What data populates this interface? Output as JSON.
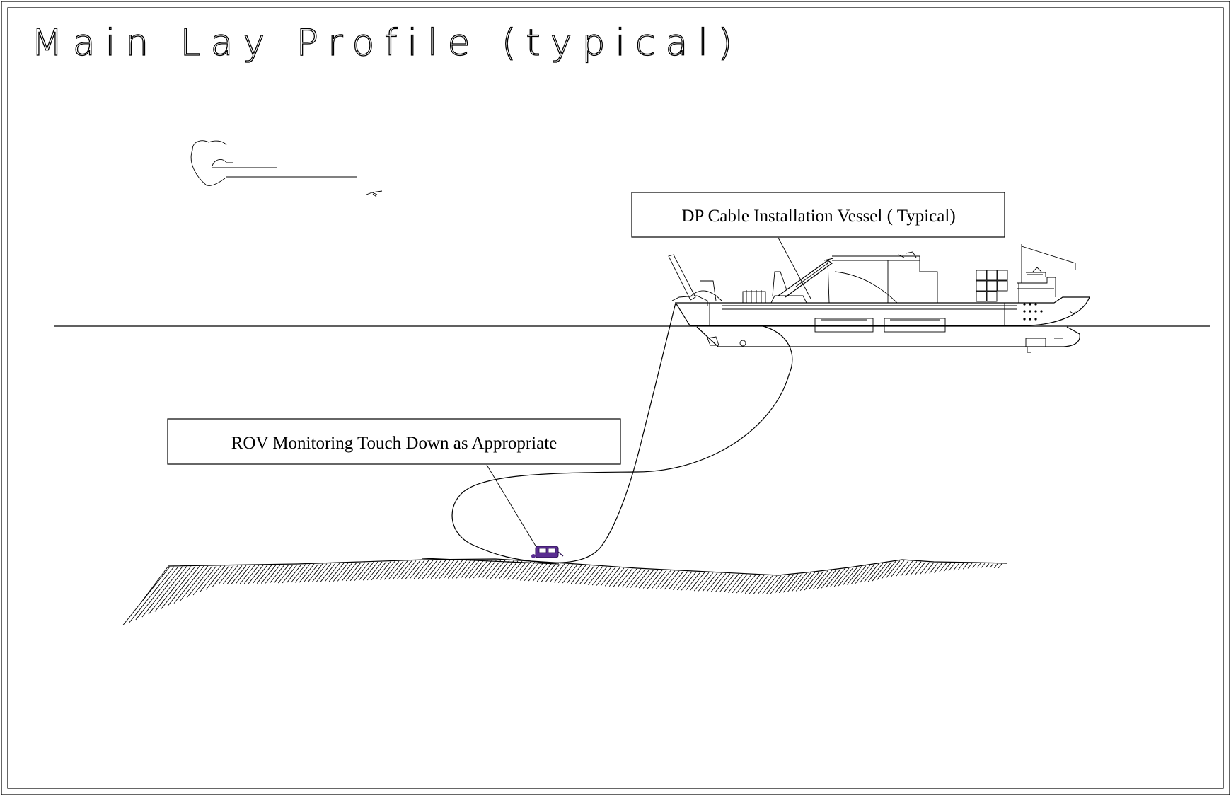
{
  "title": "Main Lay Profile (typical)",
  "callouts": {
    "vessel": "DP Cable Installation Vessel ( Typical)",
    "rov": "ROV Monitoring Touch Down as Appropriate"
  },
  "colors": {
    "line": "#000000",
    "rov": "#5a2d91",
    "background": "#ffffff"
  }
}
